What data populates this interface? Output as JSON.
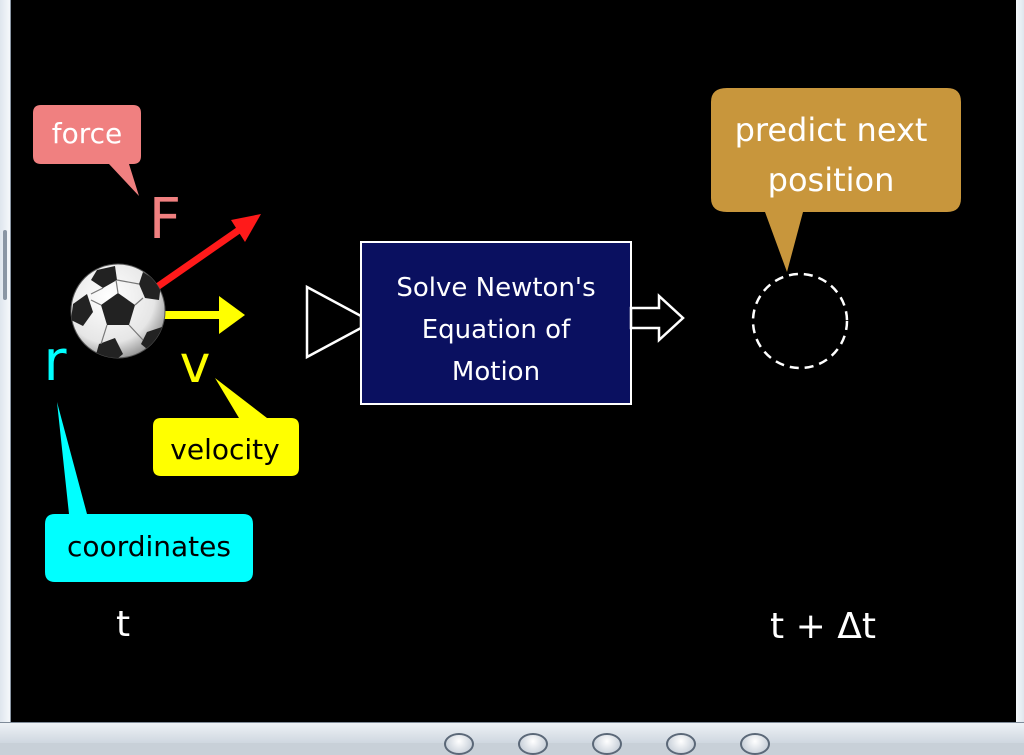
{
  "labels": {
    "force": "force",
    "force_symbol": "F",
    "velocity": "velocity",
    "velocity_symbol": "v",
    "coordinates": "coordinates",
    "coordinates_symbol": "r",
    "process_line1": "Solve Newton's",
    "process_line2": "Equation of",
    "process_line3": "Motion",
    "predict_line1": "predict next",
    "predict_line2": "position",
    "time_now": "t",
    "time_next": "t + Δt"
  },
  "colors": {
    "background": "#000000",
    "force": "#f08080",
    "force_arrow": "#ff1a1a",
    "velocity": "#ffff00",
    "coordinates": "#00ffff",
    "process_box": "#0a1060",
    "predict": "#c8963c"
  },
  "icons": {
    "ball": "soccer-ball-icon",
    "target": "dashed-circle-icon"
  }
}
